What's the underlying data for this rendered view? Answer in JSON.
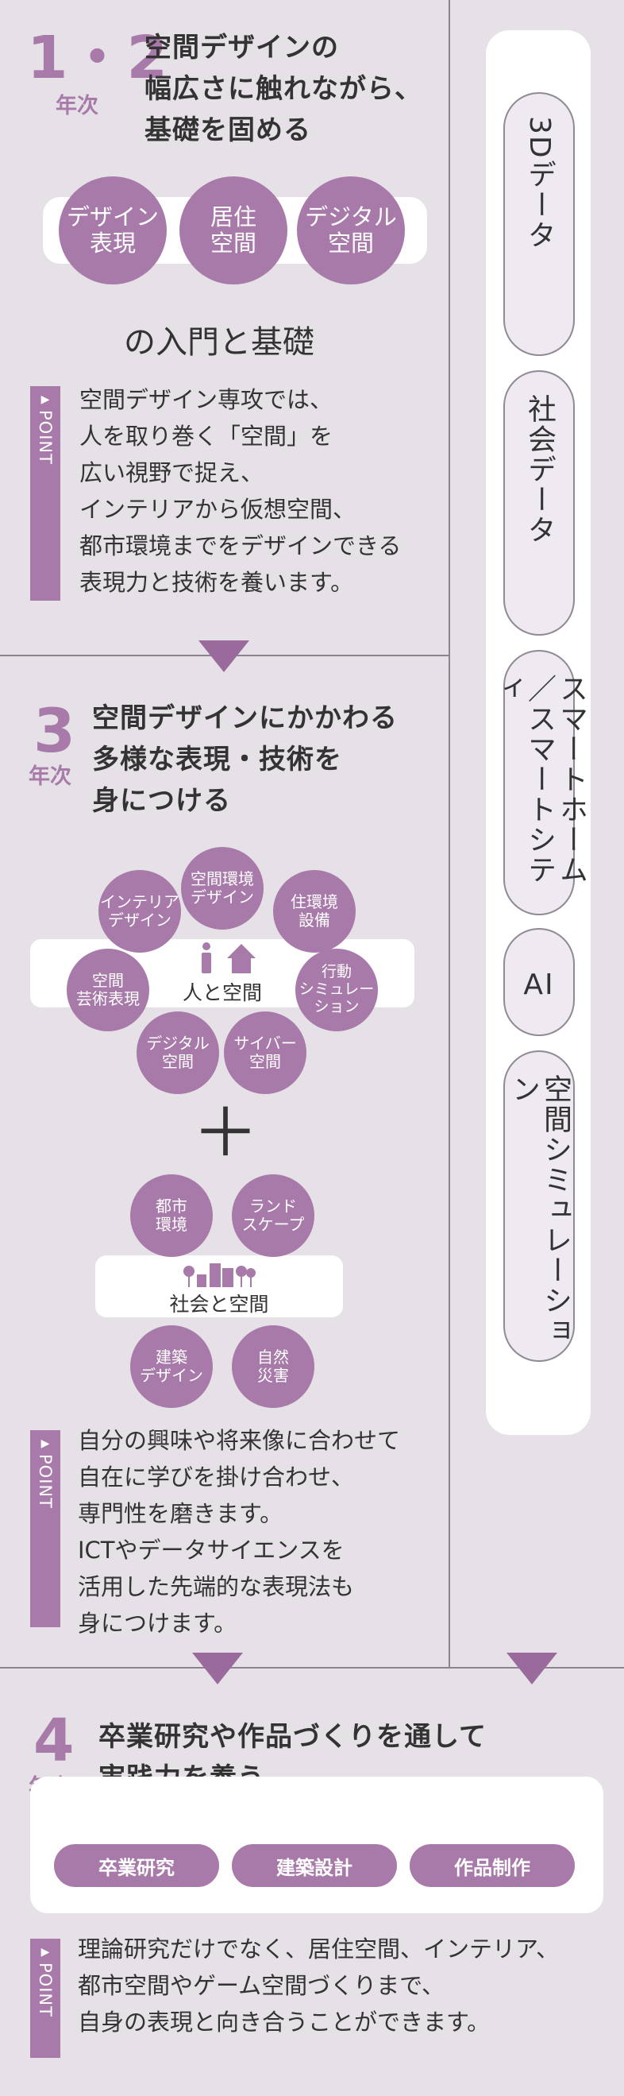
{
  "year12": {
    "num": "1・2",
    "nen": "年次",
    "heading_lines": [
      "空間デザインの",
      "幅広さに触れながら、",
      "基礎を固める"
    ],
    "circles": [
      "デザイン\n表現",
      "居住\n空間",
      "デジタル\n空間"
    ],
    "intro": "の入門と基礎",
    "point_word": "POINT",
    "point_text": "空間デザイン専攻では、\n人を取り巻く「空間」を\n広い視野で捉え、\nインテリアから仮想空間、\n都市環境までをデザインできる\n表現力と技術を養います。"
  },
  "year3": {
    "num": "3",
    "nen": "年次",
    "heading_lines": [
      "空間デザインにかかわる",
      "多様な表現・技術を",
      "身につける"
    ],
    "cluster1_circles": [
      "インテリア\nデザイン",
      "空間環境\nデザイン",
      "住環境\n設備",
      "空間\n芸術表現",
      "行動\nシミュレー\nション",
      "デジタル\n空間",
      "サイバー\n空間"
    ],
    "cluster1_label": "人と空間",
    "plus": "＋",
    "cluster2_circles": [
      "都市\n環境",
      "ランド\nスケープ",
      "建築\nデザイン",
      "自然\n災害"
    ],
    "cluster2_label": "社会と空間",
    "point_word": "POINT",
    "point_text": "自分の興味や将来像に合わせて\n自在に学びを掛け合わせ、\n専門性を磨きます。\nICTやデータサイエンスを\n活用した先端的な表現法も\n身につけます。"
  },
  "side": {
    "items": [
      "3Dデータ",
      "社会データ",
      "スマートホーム／スマートシティ",
      "AI",
      "空間シミュレーション"
    ]
  },
  "year4": {
    "num": "4",
    "nen": "年次",
    "heading_lines": [
      "卒業研究や作品づくりを通して",
      "実践力を養う"
    ],
    "tags": [
      "卒業研究",
      "建築設計",
      "作品制作"
    ],
    "point_word": "POINT",
    "point_text": "理論研究だけでなく、居住空間、インテリア、\n都市空間やゲーム空間づくりまで、\n自身の表現と向き合うことができます。"
  },
  "colors": {
    "accent": "#a87aa9",
    "background": "#e6e0e7",
    "arrow": "#9a6a9c"
  },
  "icons": [
    "person-icon",
    "house-icon",
    "city-icon"
  ]
}
